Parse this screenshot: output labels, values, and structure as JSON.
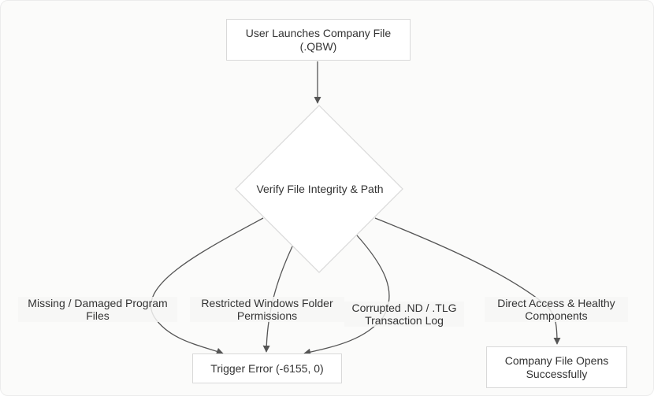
{
  "nodes": {
    "start": {
      "label_line1": "User Launches Company File",
      "label_line2": "(.QBW)"
    },
    "decision": {
      "label": "Verify File Integrity & Path"
    },
    "error": {
      "label": "Trigger Error (-6155, 0)"
    },
    "success": {
      "label_line1": "Company File Opens",
      "label_line2": "Successfully"
    }
  },
  "edges": {
    "missing": {
      "line1": "Missing / Damaged Program",
      "line2": "Files"
    },
    "restricted": {
      "line1": "Restricted Windows Folder",
      "line2": "Permissions"
    },
    "corrupted": {
      "line1": "Corrupted .ND / .TLG",
      "line2": "Transaction Log"
    },
    "direct": {
      "line1": "Direct Access & Healthy",
      "line2": "Components"
    }
  },
  "colors": {
    "edge": "#555555",
    "node_border": "#d9d9d9",
    "node_fill": "#ffffff",
    "text": "#333333"
  }
}
